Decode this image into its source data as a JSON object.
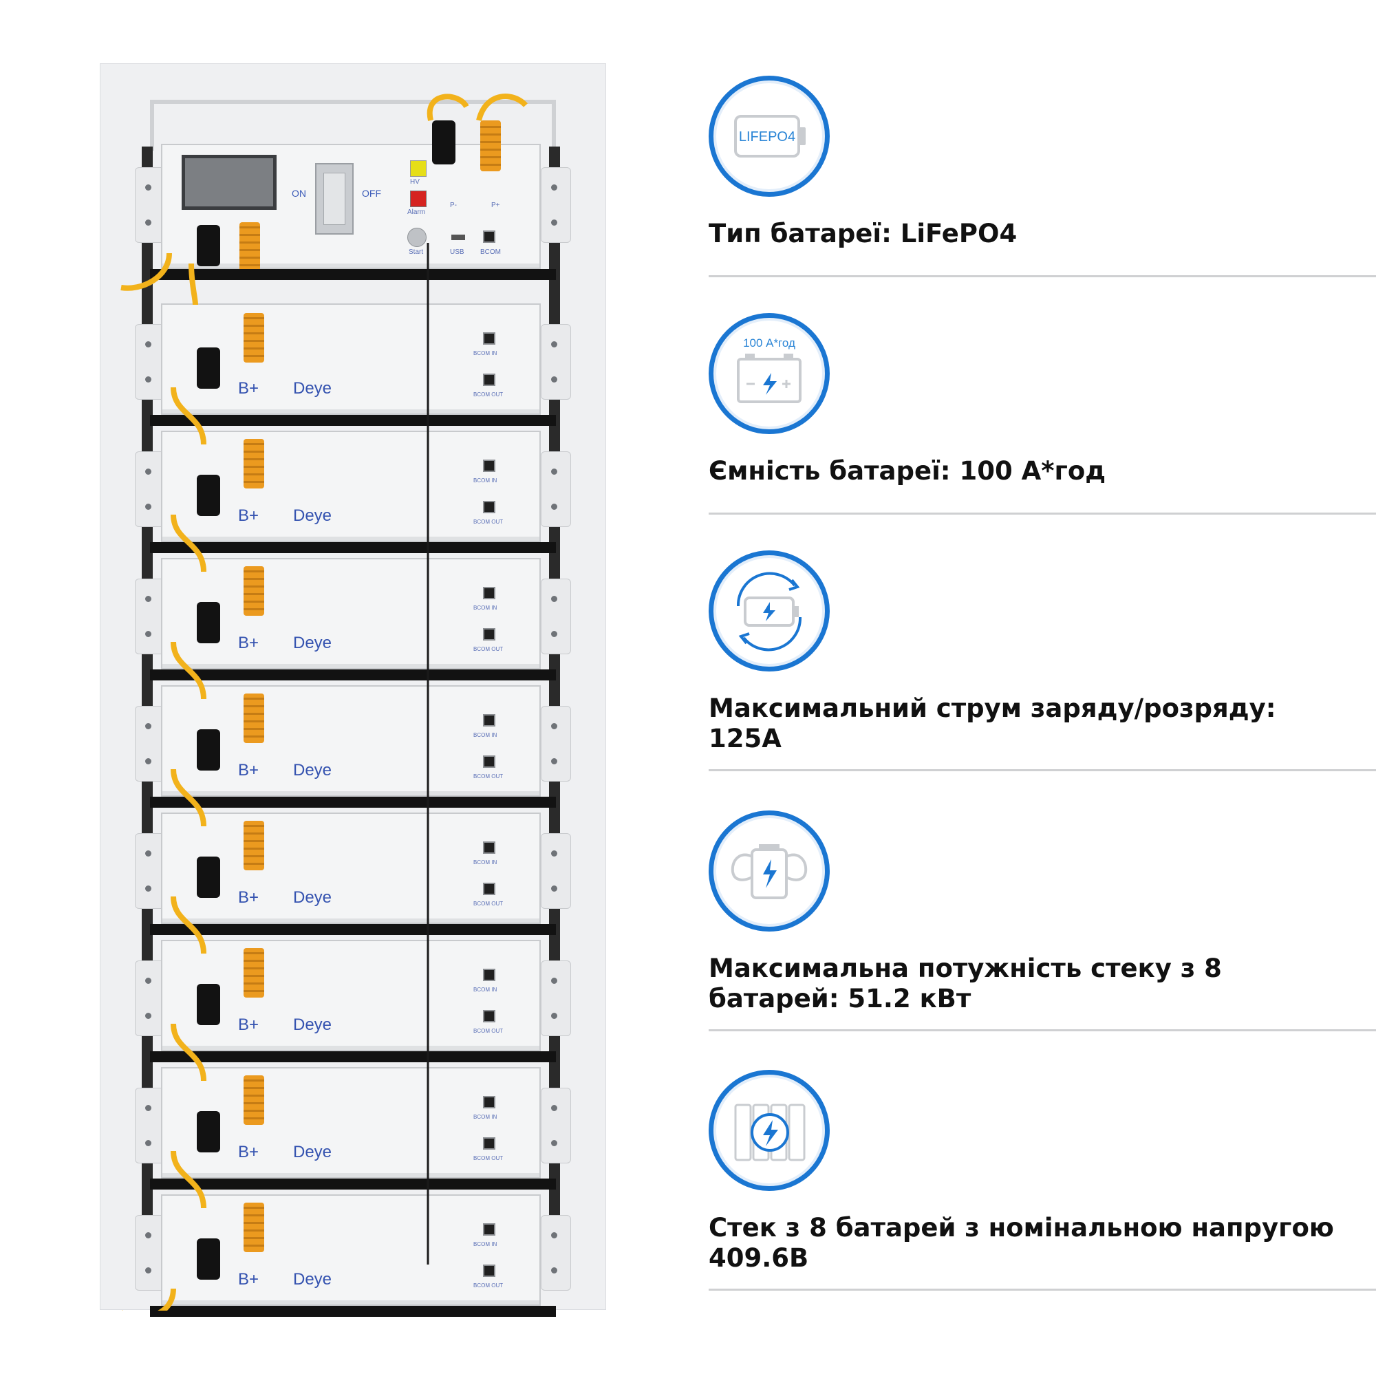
{
  "rack": {
    "switch_on": "ON",
    "switch_off": "OFF",
    "hv_label": "HV",
    "alarm_label": "Alarm",
    "start_label": "Start",
    "usb_label": "USB",
    "bcom_label": "BCOM",
    "p_minus_label": "P-",
    "p_plus_label": "P+",
    "modules": [
      {
        "plus": "B+",
        "brand": "Deye",
        "in": "BCOM IN",
        "out": "BCOM OUT"
      },
      {
        "plus": "B+",
        "brand": "Deye",
        "in": "BCOM IN",
        "out": "BCOM OUT"
      },
      {
        "plus": "B+",
        "brand": "Deye",
        "in": "BCOM IN",
        "out": "BCOM OUT"
      },
      {
        "plus": "B+",
        "brand": "Deye",
        "in": "BCOM IN",
        "out": "BCOM OUT"
      },
      {
        "plus": "B+",
        "brand": "Deye",
        "in": "BCOM IN",
        "out": "BCOM OUT"
      },
      {
        "plus": "B+",
        "brand": "Deye",
        "in": "BCOM IN",
        "out": "BCOM OUT"
      },
      {
        "plus": "B+",
        "brand": "Deye",
        "in": "BCOM IN",
        "out": "BCOM OUT"
      },
      {
        "plus": "B+",
        "brand": "Deye",
        "in": "BCOM IN",
        "out": "BCOM OUT"
      }
    ]
  },
  "features": [
    {
      "icon": "lifepo4-battery-icon",
      "icon_label": "LIFEPO4",
      "line1": "Тип батареї: LiFePO4",
      "line2": ""
    },
    {
      "icon": "capacity-battery-icon",
      "icon_label": "100 А*год",
      "line1": "Ємність батареї: 100 А*год",
      "line2": ""
    },
    {
      "icon": "charge-cycle-icon",
      "icon_label": "",
      "line1": "Максимальний струм заряду/розряду:",
      "line2": "125А"
    },
    {
      "icon": "power-battery-icon",
      "icon_label": "",
      "line1": "Максимальна потужність стеку з 8",
      "line2": "батарей: 51.2 кВт"
    },
    {
      "icon": "battery-stack-icon",
      "icon_label": "",
      "line1": "Стек з 8 батарей з номінальною напругою",
      "line2": "409.6В"
    }
  ],
  "colors": {
    "accent": "#1a76d2",
    "cable": "#f2b21b",
    "label_blue": "#3553b0"
  }
}
